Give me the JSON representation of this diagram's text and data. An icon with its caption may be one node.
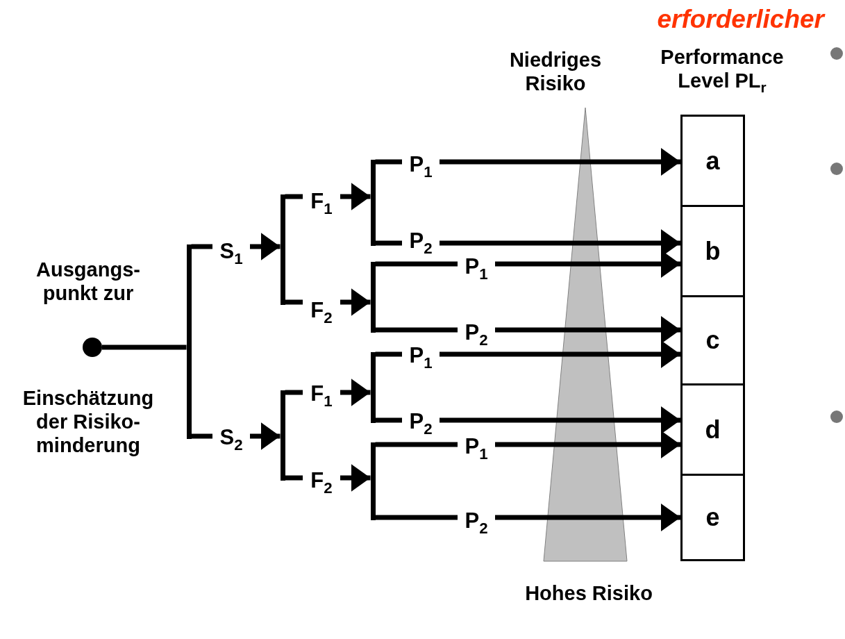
{
  "diagram": {
    "title": "erforderlicher",
    "nodes": [
      {
        "text": [],
        "shape": "circle",
        "beside": [
          "Ausgangs- punkt zur",
          "Einschätzung der Risiko- minderung"
        ]
      },
      {
        "text": [],
        "shape": "bar"
      },
      {
        "text": [
          "S$_{1}$"
        ]
      },
      {
        "text": [
          "S$_{2}$"
        ]
      },
      {
        "text": [],
        "shape": "bar"
      },
      {
        "text": [],
        "shape": "bar"
      },
      {
        "text": [
          "F$_{1}$"
        ]
      },
      {
        "text": [
          "F$_{2}$"
        ]
      },
      {
        "text": [
          "F$_{1}$"
        ]
      },
      {
        "text": [
          "F$_{2}$"
        ]
      },
      {
        "text": [],
        "shape": "bar"
      },
      {
        "text": [],
        "shape": "bar"
      },
      {
        "text": [],
        "shape": "bar"
      },
      {
        "text": [],
        "shape": "bar"
      },
      {
        "text": [
          "P$_{1}$"
        ]
      },
      {
        "text": [
          "P$_{2}$"
        ]
      },
      {
        "text": [
          "P$_{1}$"
        ]
      },
      {
        "text": [
          "P$_{2}$"
        ]
      },
      {
        "text": [
          "P$_{1}$"
        ]
      },
      {
        "text": [
          "P$_{2}$"
        ]
      },
      {
        "text": [
          "P$_{1}$"
        ]
      },
      {
        "text": [
          "P$_{2}$"
        ]
      },
      {
        "text": [
          "a"
        ]
      },
      {
        "text": [
          "b"
        ]
      },
      {
        "text": [
          "c"
        ]
      },
      {
        "text": [
          "d"
        ]
      },
      {
        "text": [
          "e"
        ]
      }
    ],
    "edges": [
      {
        "from": 0,
        "to": 1,
        "arrow": "none"
      },
      {
        "from": 1,
        "to": 2,
        "arrow": "none"
      },
      {
        "from": 1,
        "to": 3,
        "arrow": "none"
      },
      {
        "from": 2,
        "to": 4,
        "arrow": "to"
      },
      {
        "from": 3,
        "to": 5,
        "arrow": "to"
      },
      {
        "from": 4,
        "to": 6,
        "arrow": "none"
      },
      {
        "from": 4,
        "to": 7,
        "arrow": "none"
      },
      {
        "from": 5,
        "to": 8,
        "arrow": "none"
      },
      {
        "from": 5,
        "to": 9,
        "arrow": "none"
      },
      {
        "from": 6,
        "to": 10,
        "arrow": "to"
      },
      {
        "from": 7,
        "to": 11,
        "arrow": "to"
      },
      {
        "from": 8,
        "to": 12,
        "arrow": "to"
      },
      {
        "from": 9,
        "to": 13,
        "arrow": "to"
      },
      {
        "from": 10,
        "to": 14,
        "arrow": "none"
      },
      {
        "from": 10,
        "to": 15,
        "arrow": "none"
      },
      {
        "from": 11,
        "to": 16,
        "arrow": "none"
      },
      {
        "from": 11,
        "to": 17,
        "arrow": "none"
      },
      {
        "from": 12,
        "to": 18,
        "arrow": "none"
      },
      {
        "from": 12,
        "to": 19,
        "arrow": "none"
      },
      {
        "from": 13,
        "to": 20,
        "arrow": "none"
      },
      {
        "from": 13,
        "to": 21,
        "arrow": "none"
      },
      {
        "from": 14,
        "to": 22,
        "arrow": "to"
      },
      {
        "from": 15,
        "to": 23,
        "arrow": "to"
      },
      {
        "from": 16,
        "to": 23,
        "arrow": "to"
      },
      {
        "from": 17,
        "to": 24,
        "arrow": "to"
      },
      {
        "from": 18,
        "to": 24,
        "arrow": "to"
      },
      {
        "from": 19,
        "to": 25,
        "arrow": "to"
      },
      {
        "from": 20,
        "to": 25,
        "arrow": "to"
      },
      {
        "from": 21,
        "to": 26,
        "arrow": "to"
      }
    ],
    "labels": [
      "Niedriges Risiko",
      "Performance Level PL$_{r}$",
      "Hohes Risiko"
    ]
  }
}
